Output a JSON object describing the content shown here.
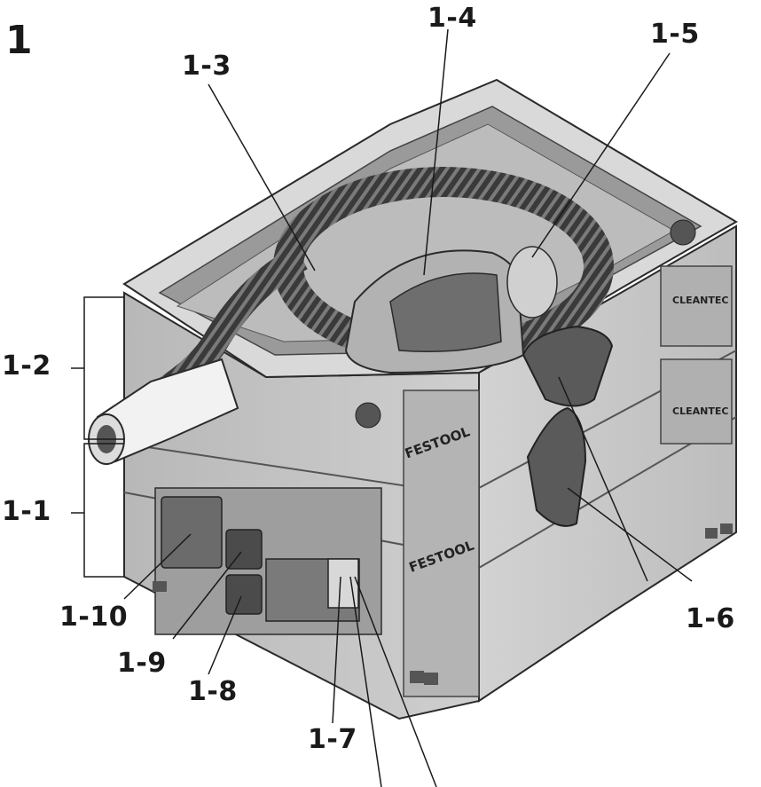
{
  "figure": {
    "number": "1",
    "brand_label": "FESTOOL",
    "product_label": "CLEANTEC"
  },
  "callouts": {
    "c1_1": "1-1",
    "c1_2": "1-2",
    "c1_3": "1-3",
    "c1_4": "1-4",
    "c1_5": "1-5",
    "c1_6": "1-6",
    "c1_7": "1-7",
    "c1_8": "1-8",
    "c1_9": "1-9",
    "c1_10": "1-10"
  },
  "colors": {
    "housing": "#c9c9c9",
    "housing_dark": "#8e8e8e",
    "housing_light": "#e4e4e4",
    "hose": "#3a3a3a",
    "lid": "#a9a9a9",
    "outline": "#2a2a2a"
  }
}
